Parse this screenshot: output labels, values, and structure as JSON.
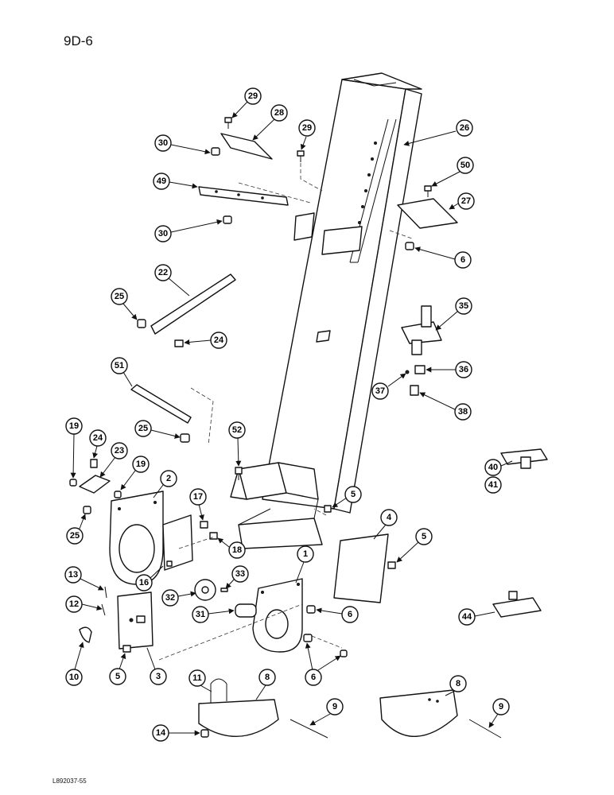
{
  "page_code": "9D-6",
  "reference_code": "L892037-55",
  "callouts": [
    "29",
    "28",
    "29",
    "26",
    "30",
    "50",
    "49",
    "27",
    "30",
    "6",
    "22",
    "25",
    "24",
    "35",
    "36",
    "37",
    "38",
    "51",
    "25",
    "52",
    "19",
    "24",
    "23",
    "19",
    "2",
    "40",
    "41",
    "25",
    "17",
    "5",
    "18",
    "4",
    "5",
    "16",
    "1",
    "13",
    "33",
    "32",
    "31",
    "12",
    "6",
    "44",
    "10",
    "5",
    "3",
    "6",
    "11",
    "8",
    "8",
    "9",
    "9",
    "14"
  ]
}
